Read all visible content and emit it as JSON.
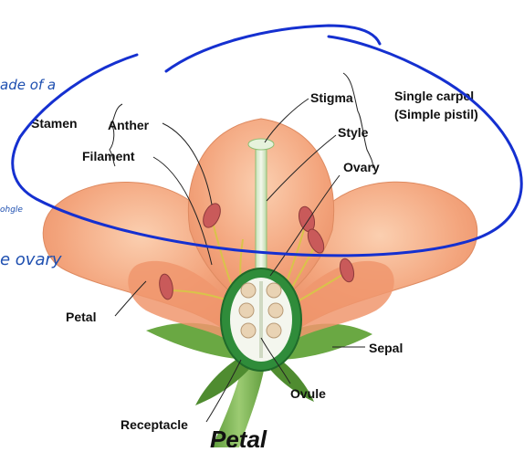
{
  "labels": {
    "stamen": "Stamen",
    "anther": "Anther",
    "filament": "Filament",
    "stigma": "Stigma",
    "style": "Style",
    "ovary": "Ovary",
    "single_carpel_1": "Single carpel",
    "single_carpel_2": "(Simple pistil)",
    "petal": "Petal",
    "sepal": "Sepal",
    "ovule": "Ovule",
    "receptacle": "Receptacle"
  },
  "handwriting": {
    "line1": "ade of a",
    "line2": "ohgle",
    "line3": "e ovary",
    "bottom": "Petal"
  },
  "colors": {
    "petal": "#f2a079",
    "petal_light": "#f9c6a5",
    "sepal": "#5f9e3a",
    "stem": "#7fb35a",
    "anther": "#c95a5a",
    "ovary_wall": "#3a8a3a",
    "ovule": "#e9d3b4",
    "annotation_ink": "#1530d0"
  }
}
